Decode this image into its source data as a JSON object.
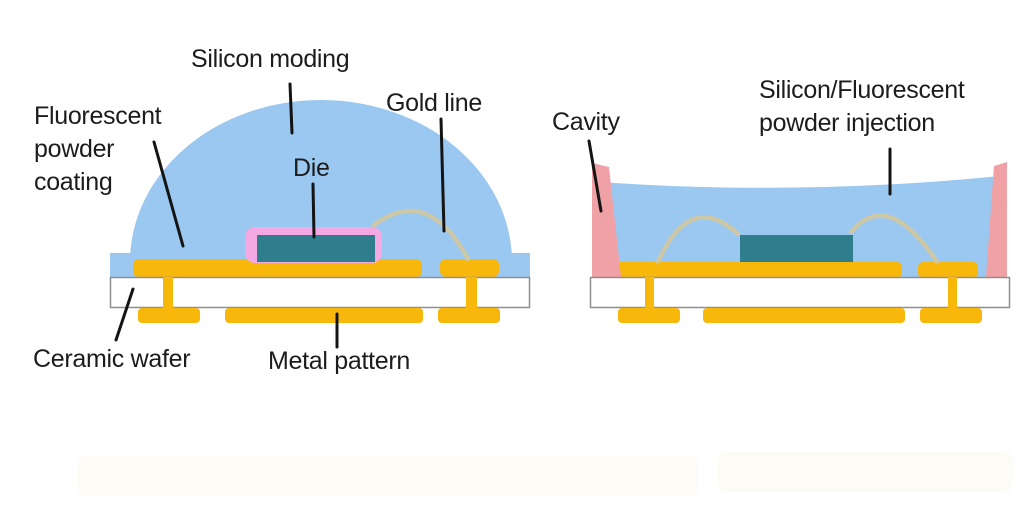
{
  "colors": {
    "silicone_blue": "#9ac8f0",
    "metal_yellow": "#f8b70b",
    "die_teal": "#2f7e8d",
    "coating_pink": "#f5a9e3",
    "cavity_salmon": "#f0a1a6",
    "gold_wire": "#d5c79a",
    "wafer_white": "#ffffff"
  },
  "left_diagram": {
    "labels": {
      "silicon_molding": "Silicon moding",
      "gold_line": "Gold line",
      "fluorescent_powder_coating": "Fluorescent\npowder\ncoating",
      "die": "Die",
      "ceramic_wafer": "Ceramic wafer",
      "metal_pattern": "Metal pattern"
    }
  },
  "right_diagram": {
    "labels": {
      "cavity": "Cavity",
      "powder_injection": "Silicon/Fluorescent\npowder injection"
    }
  }
}
